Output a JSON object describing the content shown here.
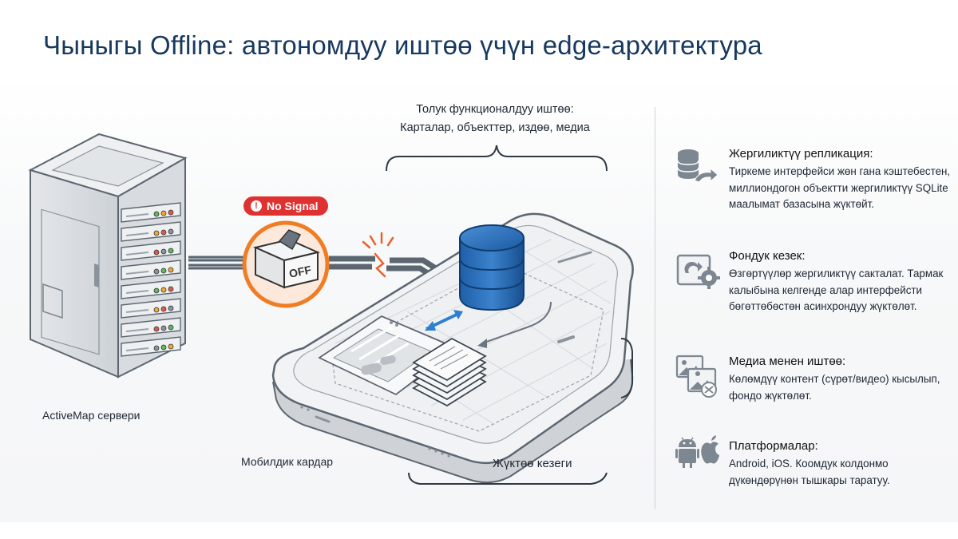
{
  "title": "Чыныгы Offline: автономдуу иштөө үчүн edge-архитектура",
  "diagram": {
    "server_label": "ActiveMap сервери",
    "mobile_label": "Мобилдик кардар",
    "sync_label": "Жүктөө кезеги",
    "no_signal_badge": "No Signal",
    "switch_text": "OFF",
    "top_caption_line1": "Толук функционалдуу иштөө:",
    "top_caption_line2": "Карталар, объекттер, издөө, медиа"
  },
  "features": [
    {
      "icon": "database-replication-icon",
      "title": "Жергиликтүү репликация:",
      "body": "Тиркеме интерфейси жөн гана кэштебестен, миллиондогон объектти жергиликтүү SQLite маалымат базасына жүктөйт."
    },
    {
      "icon": "background-queue-gear-icon",
      "title": "Фондук кезек:",
      "body": "Өзгөртүүлөр жергиликтүү сакталат. Тармак калыбына келгенде алар интерфейсти бөгөттөбөстөн асинхрондуу жүктөлөт."
    },
    {
      "icon": "media-images-icon",
      "title": "Медиа менен иштөө:",
      "body": "Көлөмдүү контент (сүрөт/видео) кысылып, фондо жүктөлөт."
    },
    {
      "icon": "android-apple-icon",
      "title": "Платформалар:",
      "body": "Android, iOS. Коомдук колдонмо дүкөндөрүнөн тышкары таратуу."
    }
  ],
  "colors": {
    "title": "#17395f",
    "accent_blue": "#1f5fa8",
    "alert_red": "#e03131",
    "switch_orange": "#f07c24"
  }
}
